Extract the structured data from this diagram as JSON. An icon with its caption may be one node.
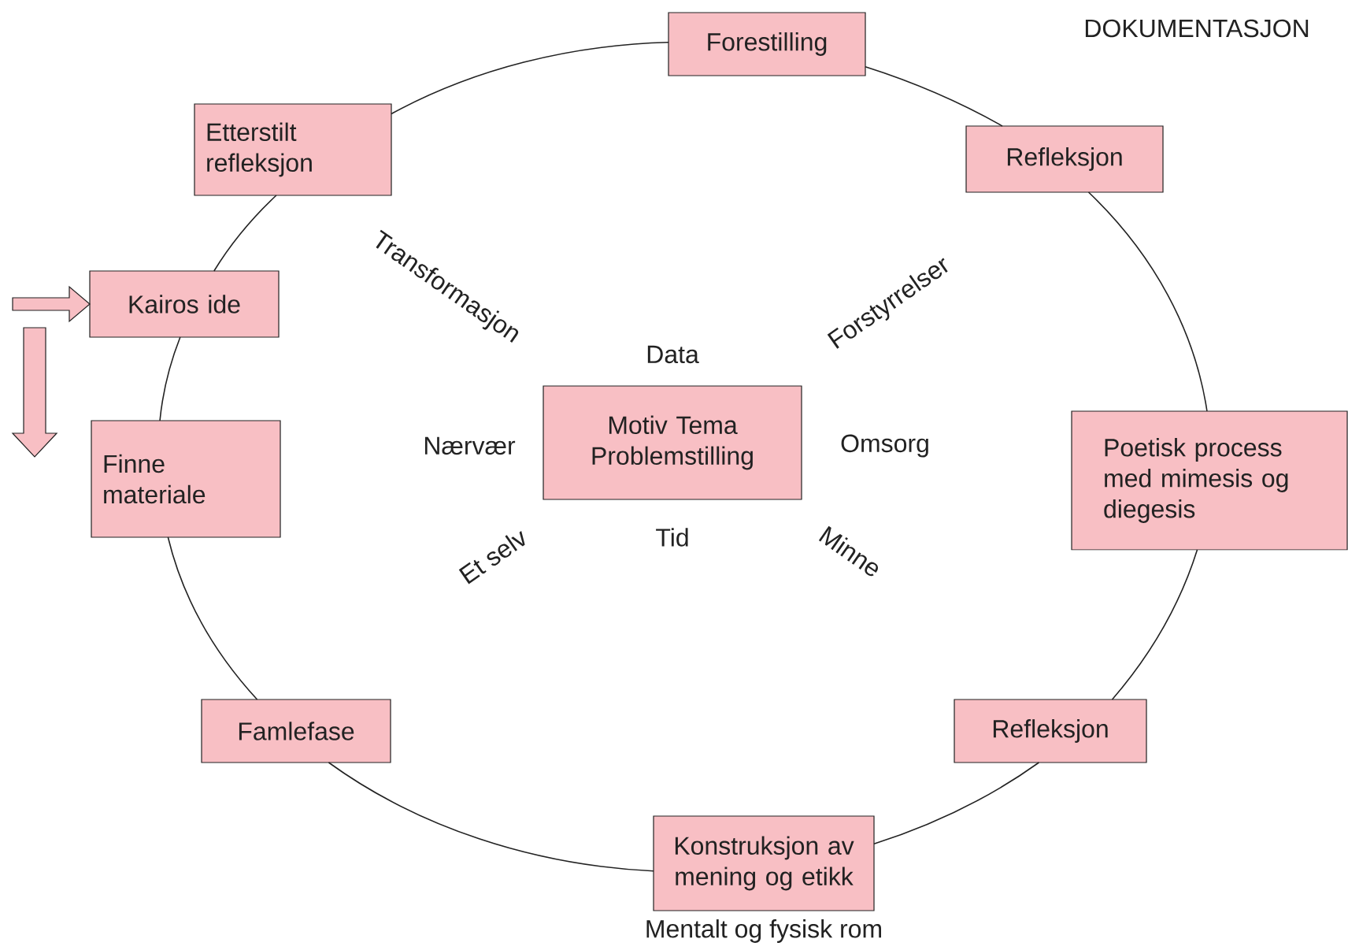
{
  "diagram": {
    "nodes": [
      {
        "text": [
          "Forestilling"
        ]
      },
      {
        "text": [
          "Refleksjon"
        ]
      },
      {
        "text": [
          "Poetisk process med mimesis og diegesis"
        ]
      },
      {
        "text": [
          "Refleksjon"
        ]
      },
      {
        "text": [
          "Konstruksjon av mening og etikk"
        ],
        "beside": [
          "Mentalt og fysisk rom"
        ]
      },
      {
        "text": [
          "Famlefase"
        ]
      },
      {
        "text": [
          "Finne materiale"
        ]
      },
      {
        "text": [
          "Kairos ide"
        ]
      },
      {
        "text": [
          "Etterstilt refleksjon"
        ]
      },
      {
        "text": [
          "Motiv Tema Problemstilling"
        ]
      }
    ],
    "edges": [
      {
        "from": 0,
        "to": 1,
        "arrow": "none"
      },
      {
        "from": 1,
        "to": 2,
        "arrow": "none"
      },
      {
        "from": 2,
        "to": 3,
        "arrow": "none"
      },
      {
        "from": 3,
        "to": 4,
        "arrow": "none"
      },
      {
        "from": 4,
        "to": 5,
        "arrow": "none"
      },
      {
        "from": 5,
        "to": 6,
        "arrow": "none"
      },
      {
        "from": 6,
        "to": 7,
        "arrow": "none"
      },
      {
        "from": 7,
        "to": 8,
        "arrow": "none"
      },
      {
        "from": 8,
        "to": 0,
        "arrow": "none"
      },
      {
        "from": null,
        "to": 7,
        "arrow": "to"
      }
    ],
    "labels": [
      "DOKUMENTASJON",
      "Transformasjon",
      "Forstyrrelser",
      "Data",
      "Nærvær",
      "Omsorg",
      "Et selv",
      "Tid",
      "Minne"
    ]
  }
}
